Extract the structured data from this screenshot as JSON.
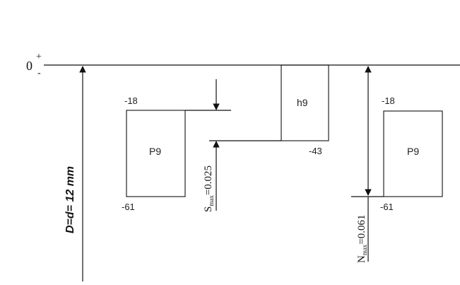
{
  "zero_line": {
    "value": "0",
    "plus": "+",
    "minus": "-"
  },
  "size_label": "D=d= 12 mm",
  "left_hole": {
    "label": "P9",
    "upper": "-18",
    "lower": "-61"
  },
  "shaft": {
    "label": "h9",
    "lower": "-43"
  },
  "right_hole": {
    "label": "P9",
    "upper": "-18",
    "lower": "-61"
  },
  "clearance": {
    "base": "S",
    "sub": "max",
    "value": "=0.025"
  },
  "interference": {
    "base": "N",
    "sub": "max",
    "value": "=0.061"
  }
}
